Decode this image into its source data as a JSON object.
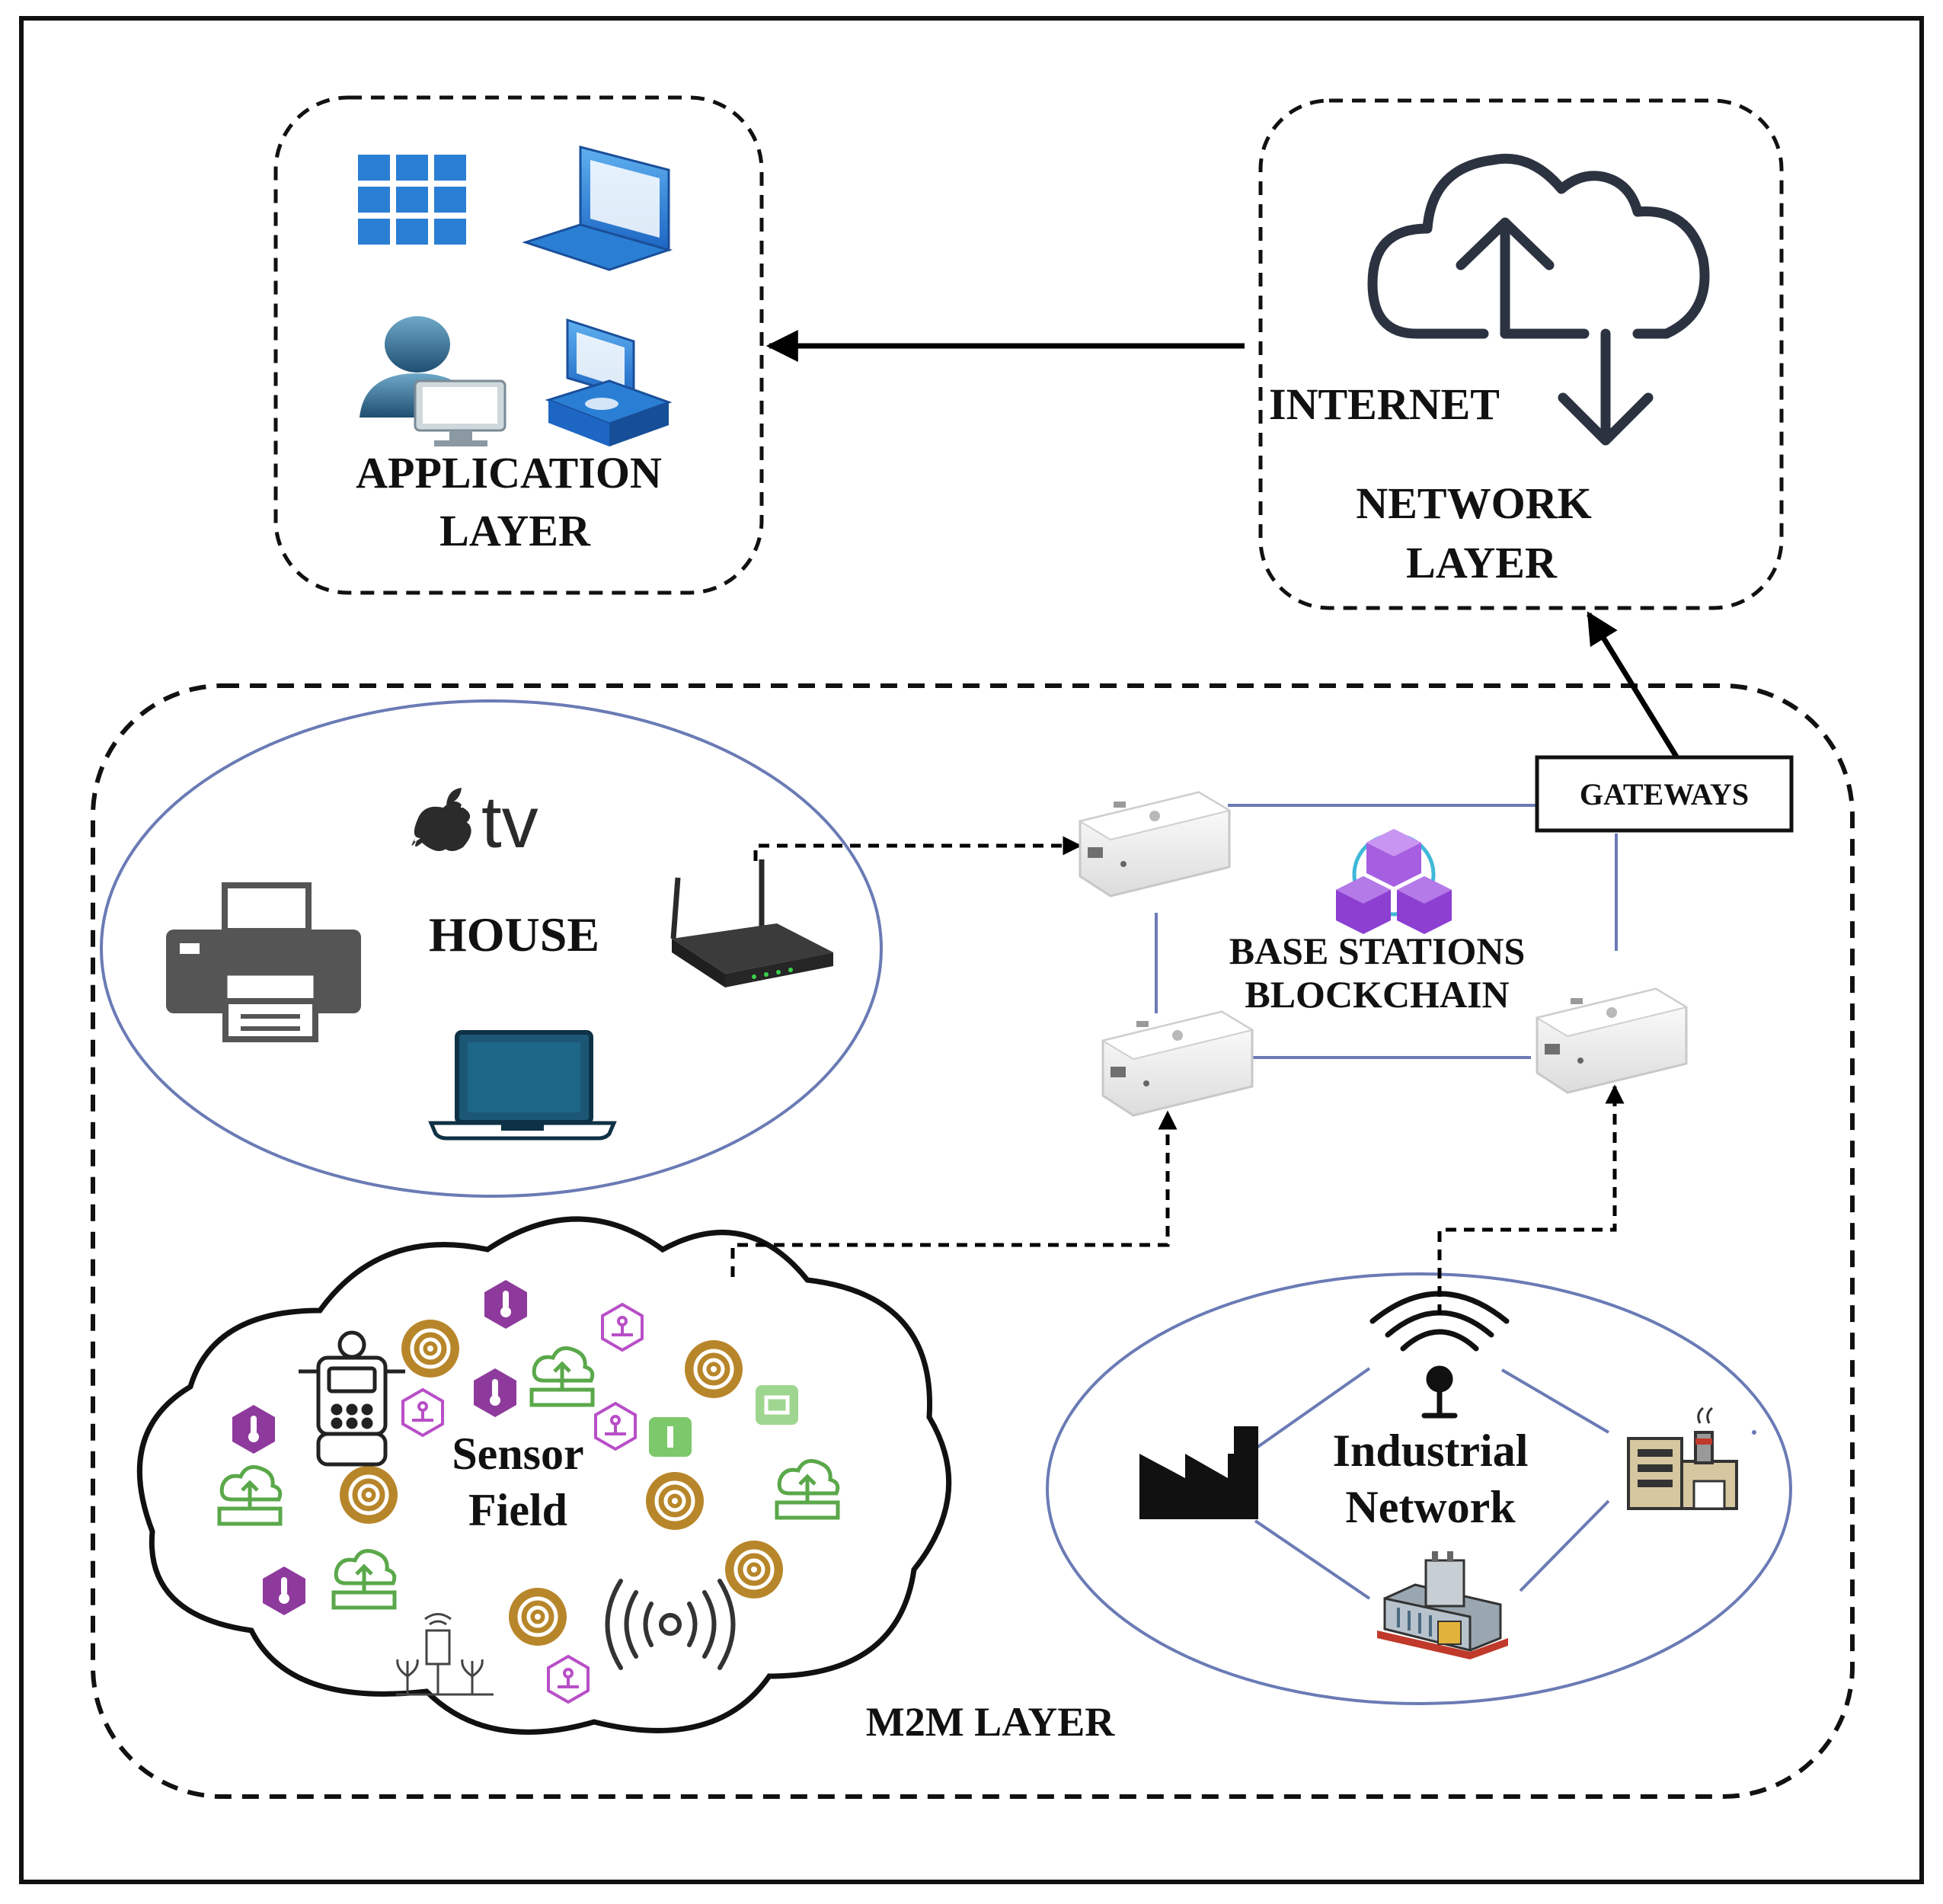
{
  "application_layer": {
    "line1": "APPLICATION",
    "line2": "LAYER"
  },
  "network_layer": {
    "internet": "INTERNET",
    "line1": "NETWORK",
    "line2": "LAYER"
  },
  "m2m_layer": {
    "label": "M2M LAYER"
  },
  "house": {
    "label": "HOUSE",
    "apple_tv_text": "tv"
  },
  "base_stations": {
    "line1": "BASE STATIONS",
    "line2": "BLOCKCHAIN"
  },
  "gateways": {
    "label": "GATEWAYS"
  },
  "sensor_field": {
    "line1": "Sensor",
    "line2": "Field"
  },
  "industrial_network": {
    "line1": "Industrial",
    "line2": "Network"
  },
  "colors": {
    "app_icon_blue": "#2a7fd4",
    "ellipse_stroke": "#6a7bb5",
    "sensor_gold": "#b8862a",
    "sensor_purple": "#8e3a9c",
    "sensor_green": "#5aa84a",
    "blockchain_purple": "#9b4fd6",
    "cloud_stroke": "#2c3340"
  }
}
